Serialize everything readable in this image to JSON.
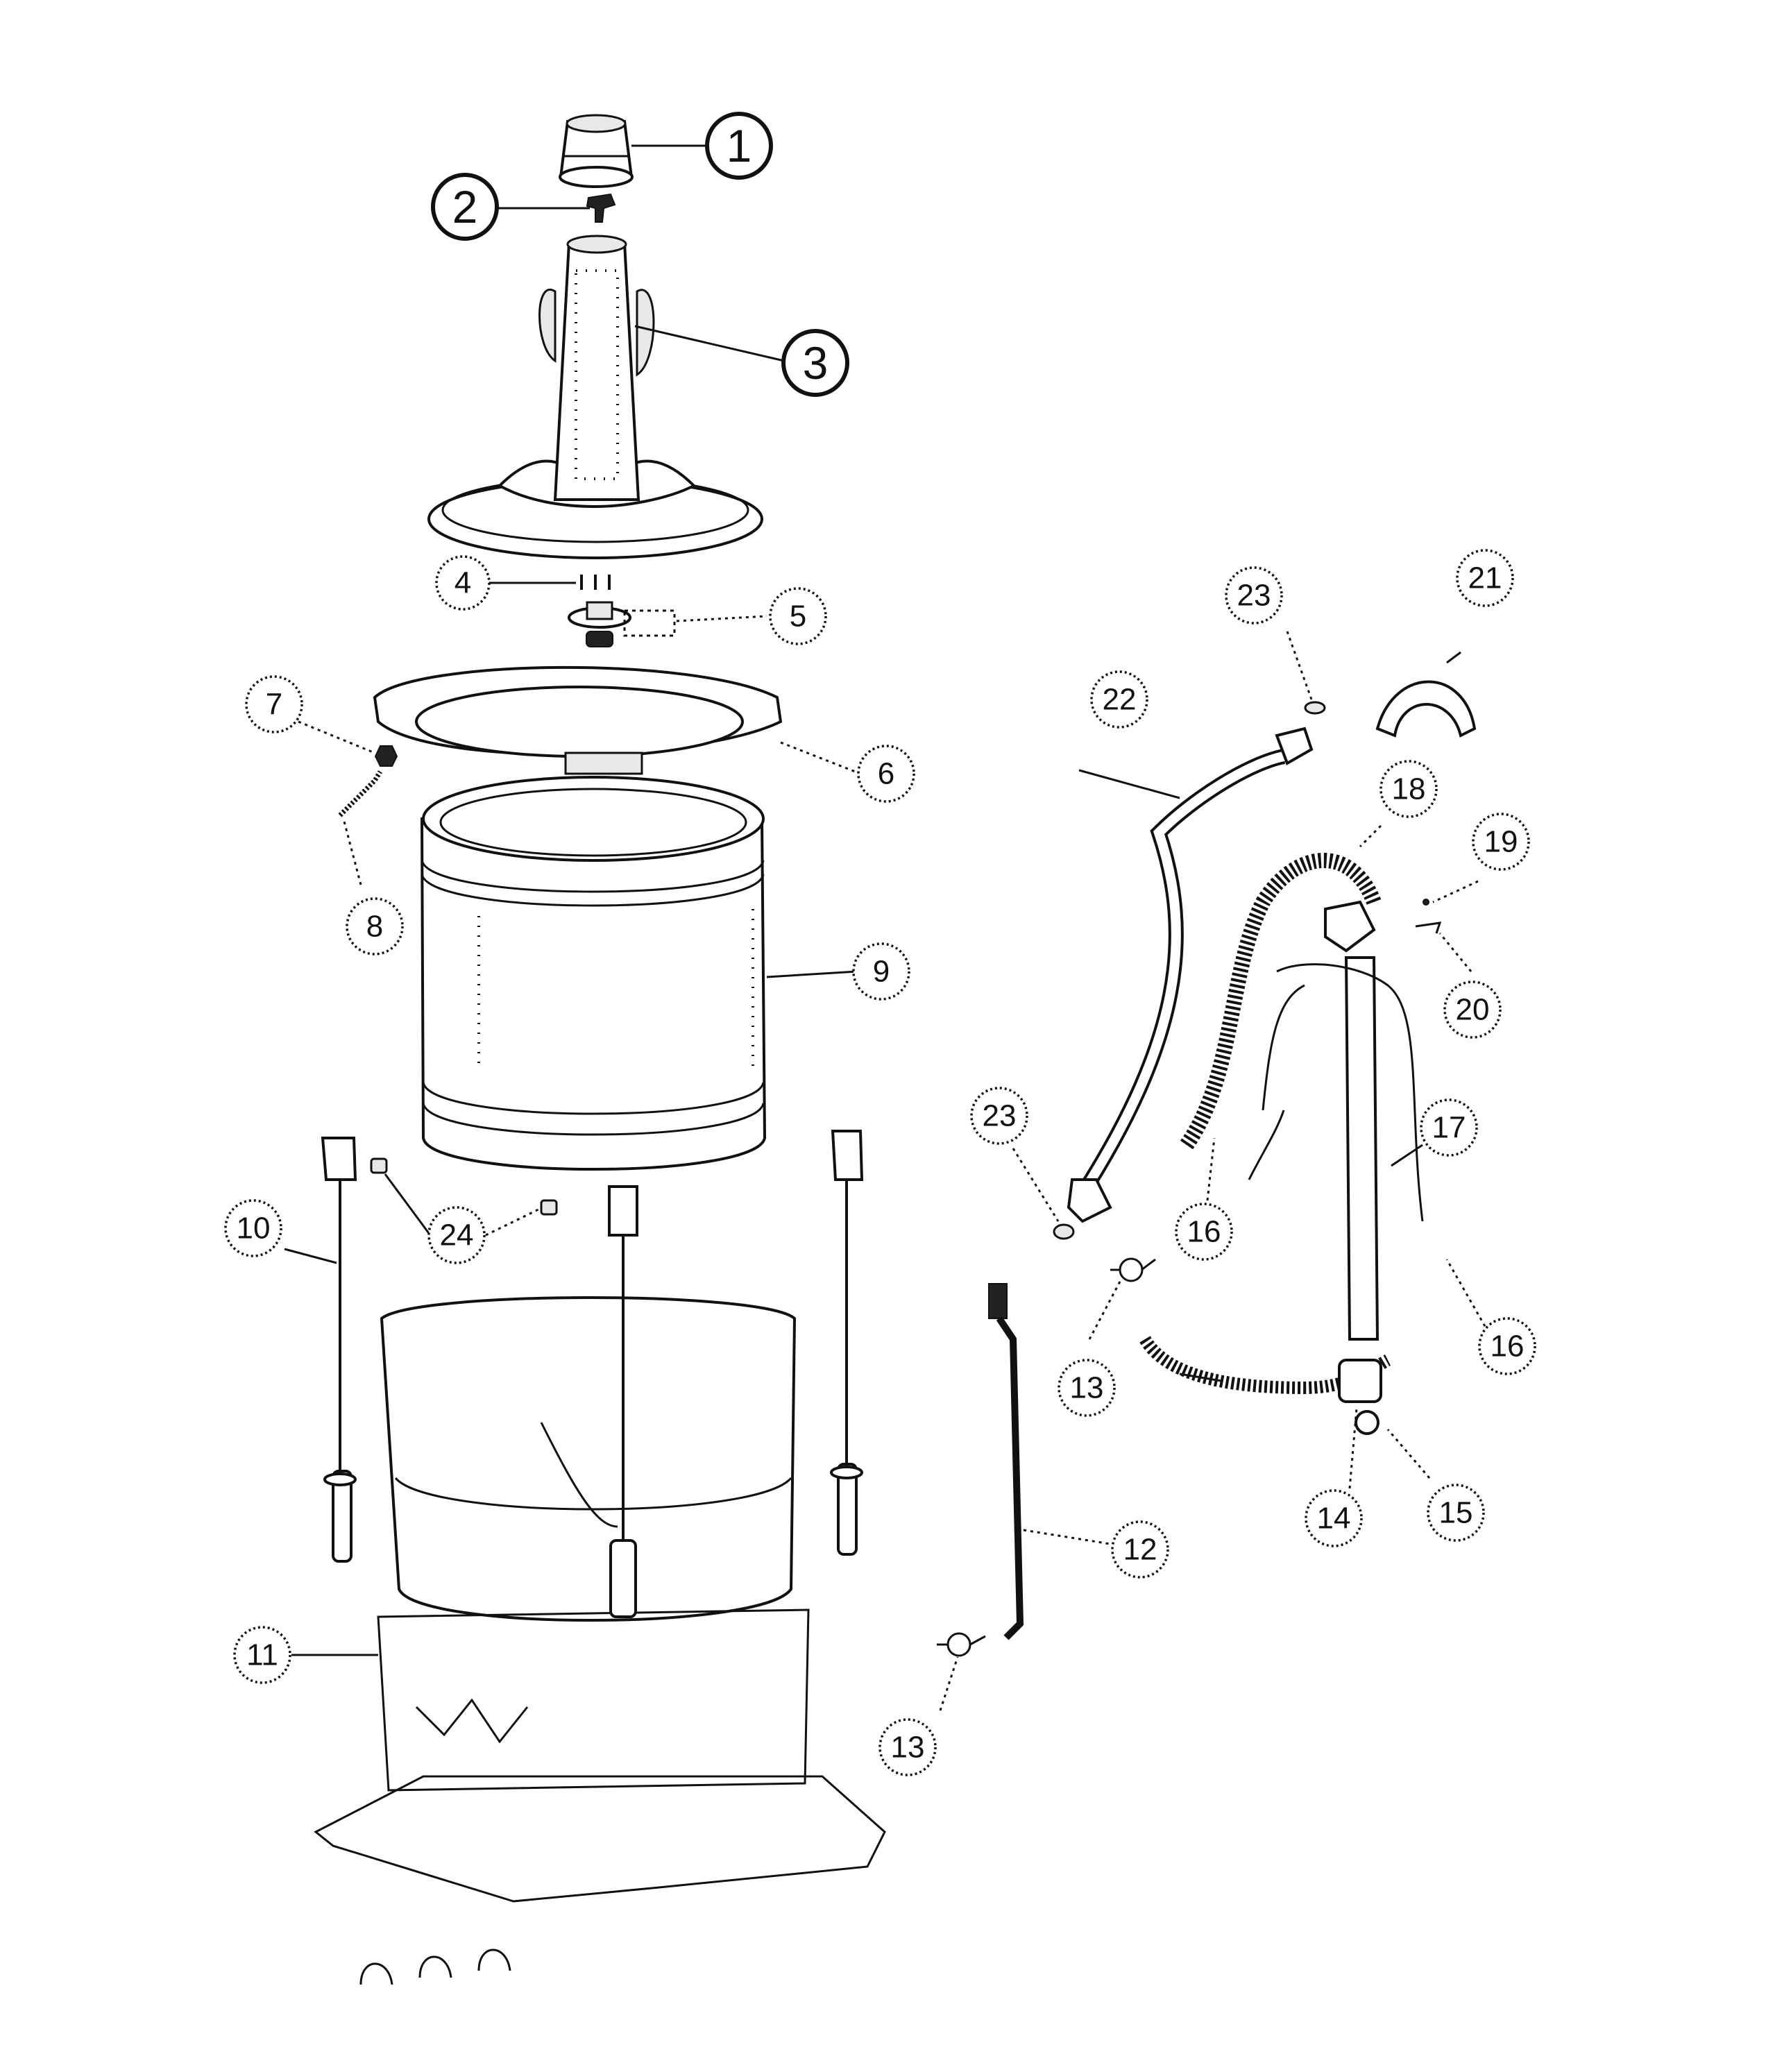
{
  "diagram": {
    "callouts": [
      {
        "id": "c1",
        "label": "1"
      },
      {
        "id": "c2",
        "label": "2"
      },
      {
        "id": "c3",
        "label": "3"
      },
      {
        "id": "c4",
        "label": "4"
      },
      {
        "id": "c5",
        "label": "5"
      },
      {
        "id": "c6",
        "label": "6"
      },
      {
        "id": "c7",
        "label": "7"
      },
      {
        "id": "c8",
        "label": "8"
      },
      {
        "id": "c9",
        "label": "9"
      },
      {
        "id": "c10",
        "label": "10"
      },
      {
        "id": "c11",
        "label": "11"
      },
      {
        "id": "c12",
        "label": "12"
      },
      {
        "id": "c13a",
        "label": "13"
      },
      {
        "id": "c13b",
        "label": "13"
      },
      {
        "id": "c14",
        "label": "14"
      },
      {
        "id": "c15",
        "label": "15"
      },
      {
        "id": "c16a",
        "label": "16"
      },
      {
        "id": "c16b",
        "label": "16"
      },
      {
        "id": "c17",
        "label": "17"
      },
      {
        "id": "c18",
        "label": "18"
      },
      {
        "id": "c19",
        "label": "19"
      },
      {
        "id": "c20",
        "label": "20"
      },
      {
        "id": "c21",
        "label": "21"
      },
      {
        "id": "c22",
        "label": "22"
      },
      {
        "id": "c23a",
        "label": "23"
      },
      {
        "id": "c23b",
        "label": "23"
      },
      {
        "id": "c24",
        "label": "24"
      }
    ]
  }
}
